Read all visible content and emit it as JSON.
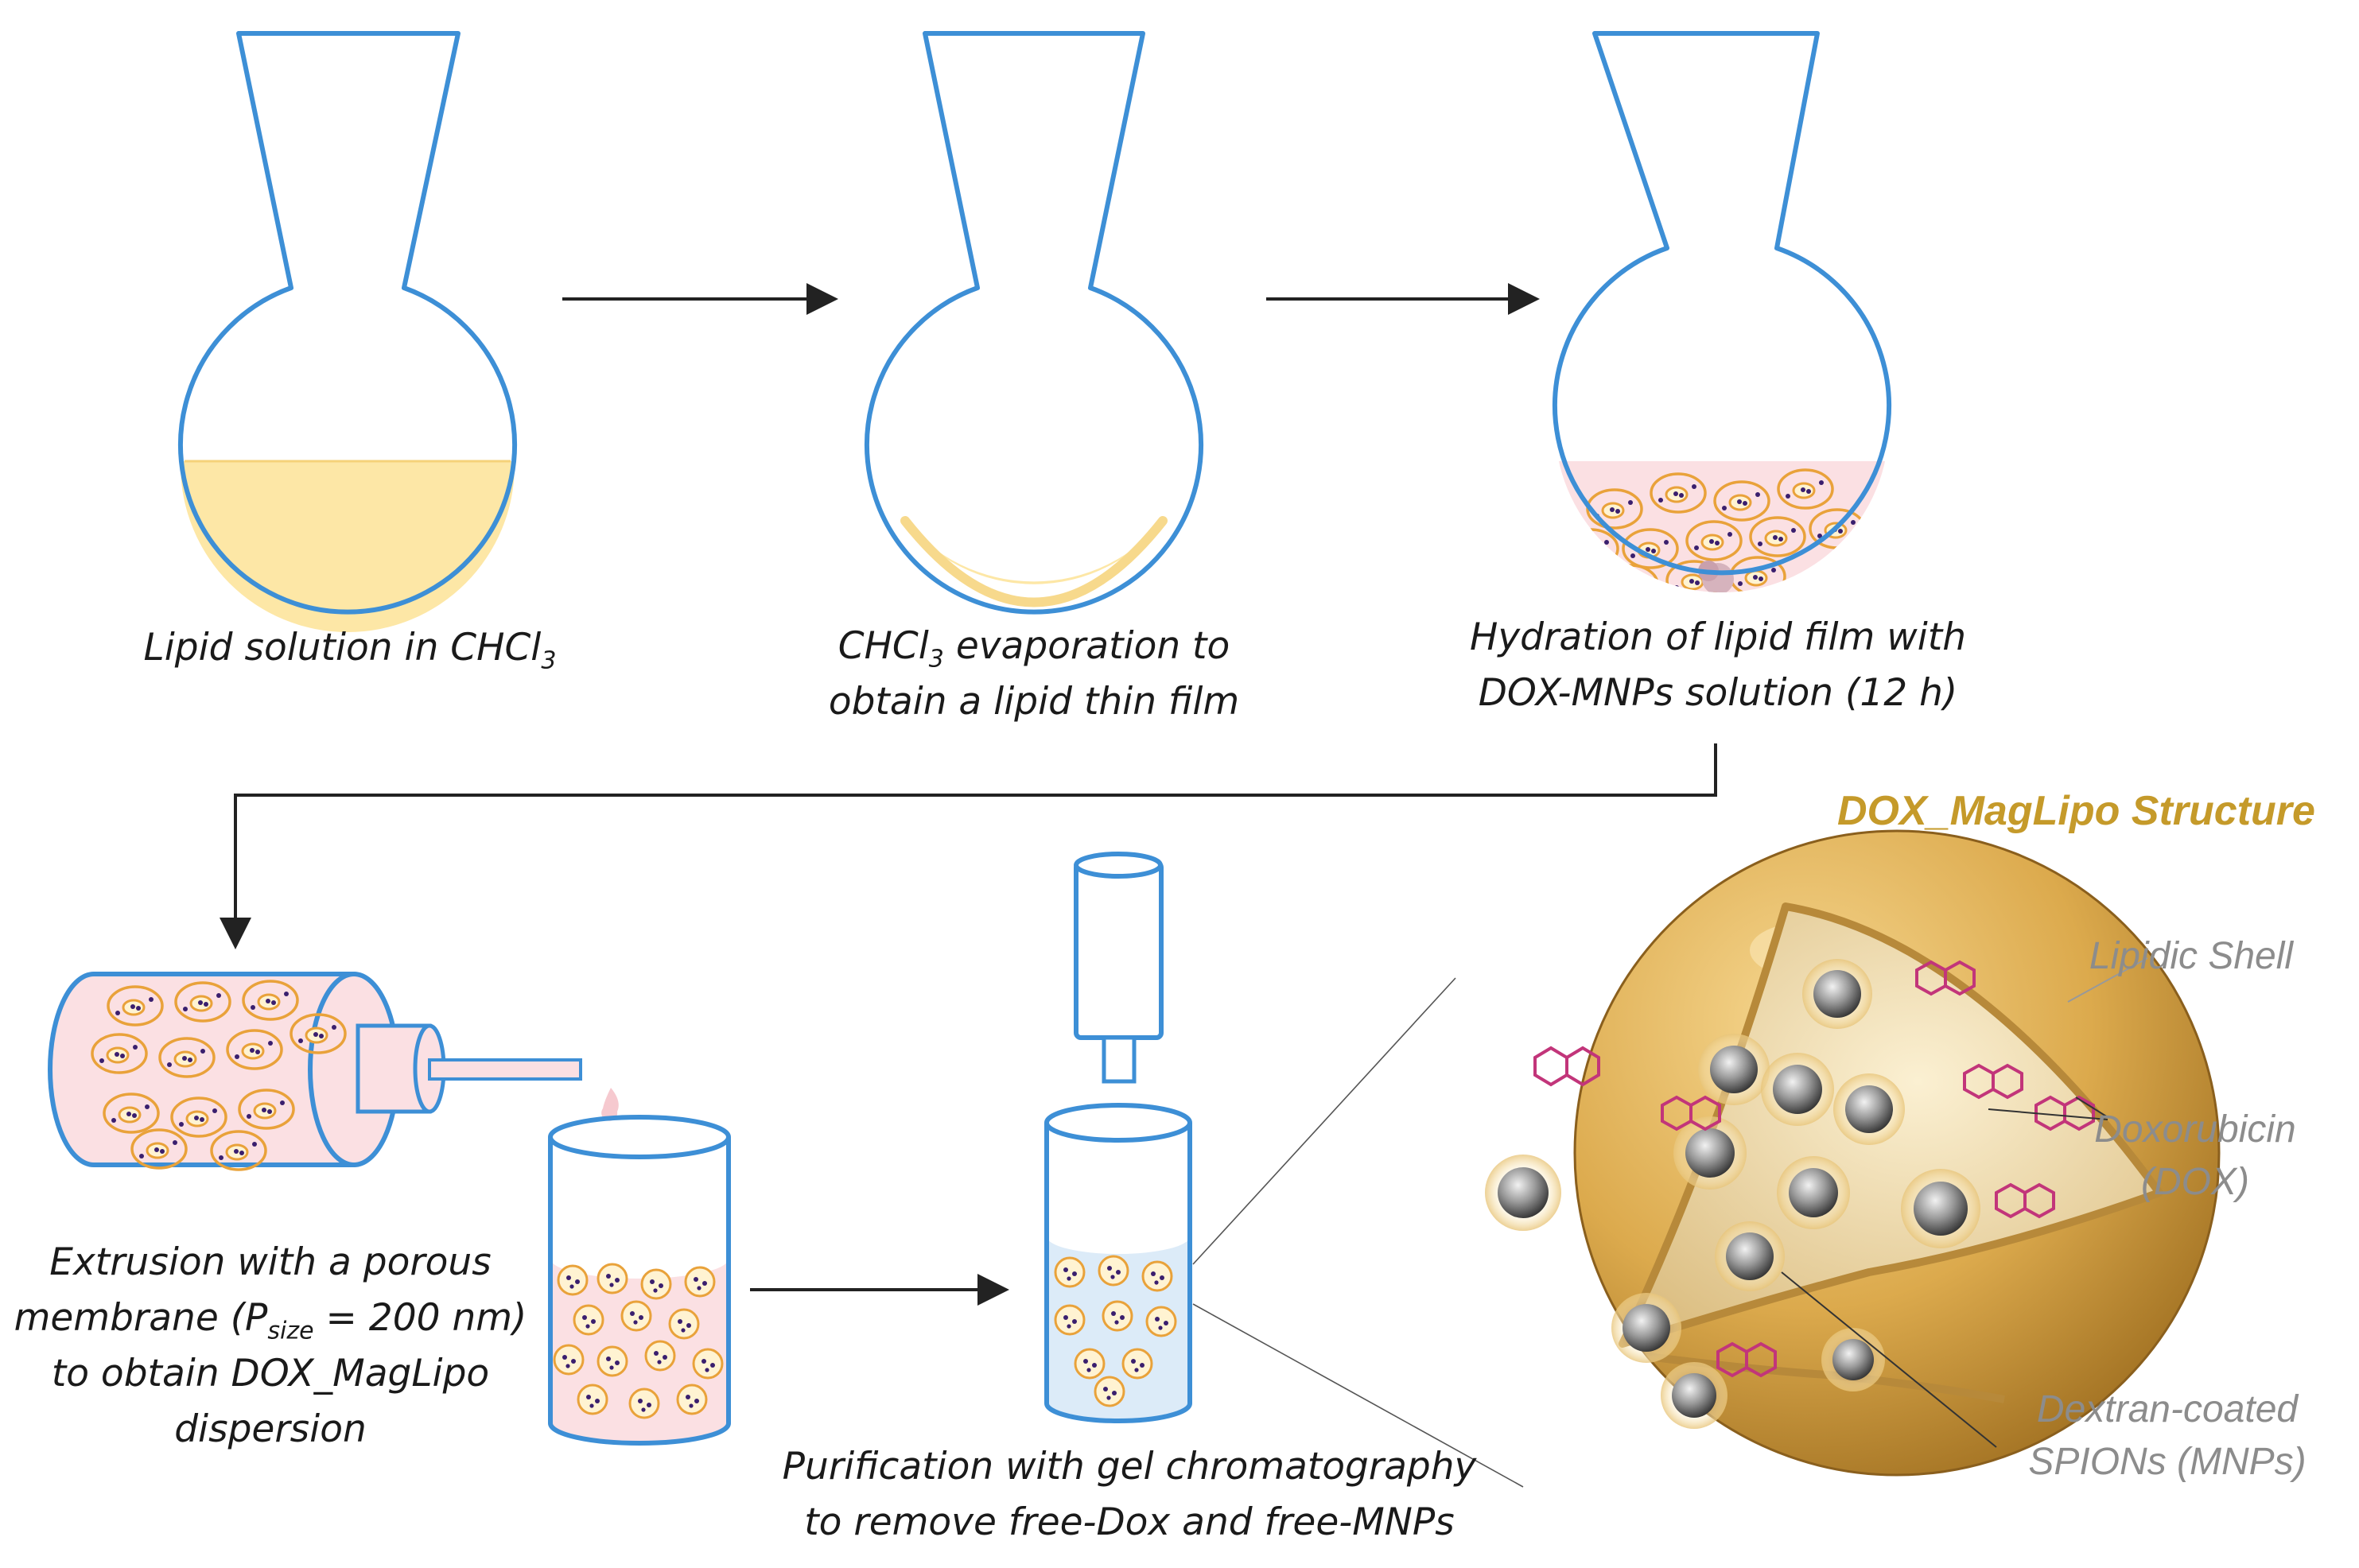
{
  "steps": {
    "step1": {
      "text": "Lipid solution in CHCl",
      "sub": "3"
    },
    "step2": {
      "line1_pre": "CHCl",
      "line1_sub": "3",
      "line1_post": " evaporation to",
      "line2": "obtain a lipid thin film"
    },
    "step3": {
      "line1": "Hydration of lipid film with",
      "line2": "DOX-MNPs solution (12 h)"
    },
    "step4": {
      "line1": "Extrusion with a porous",
      "line2_pre": "membrane (P",
      "line2_sub": "size",
      "line2_post": " = 200 nm)",
      "line3": "to obtain DOX_MagLipo",
      "line4": "dispersion"
    },
    "step5": {
      "line1": "Purification with gel chromatography",
      "line2": "to remove free-Dox and free-MNPs"
    }
  },
  "structure": {
    "title": "DOX_MagLipo Structure",
    "labels": {
      "shell": "Lipidic Shell",
      "dox_line1": "Doxorubicin",
      "dox_line2": "(DOX)",
      "mnp_line1": "Dextran-coated",
      "mnp_line2": "SPIONs (MNPs)"
    }
  },
  "colors": {
    "glass": "#3d8fd6",
    "lipid_solution": "#fde7a6",
    "pink_dispersion": "#fbe0e3",
    "blue_dispersion": "#dcebf8",
    "liposome_ring": "#e9a23a",
    "dox_dot": "#3a1f6e",
    "sphere_gold": "#d9a54a",
    "title_gold": "#c59a2a",
    "label_gray": "#8c8c8c"
  }
}
